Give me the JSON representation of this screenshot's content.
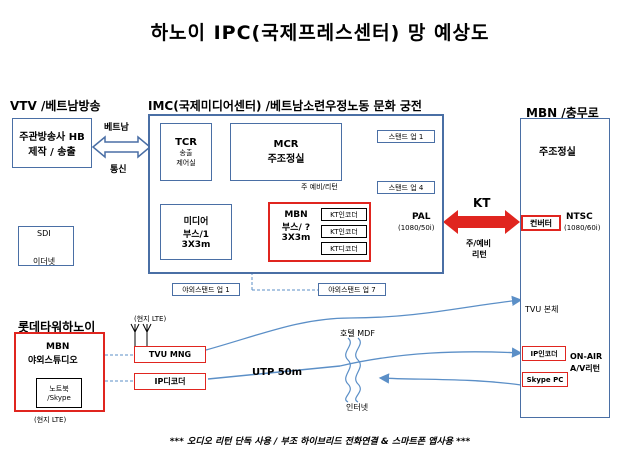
{
  "title": "하노이 IPC(국제프레스센터) 망 예상도",
  "headers": {
    "vtv": "VTV /베트남방송",
    "imc": "IMC(국제미디어센터) /베트남소련우정노동 문화 궁전",
    "mbn": "MBN /충무로",
    "lotte": "롯데타워하노이"
  },
  "vtv": {
    "line1": "주관방송사 HB",
    "line2": "제작 / 송출"
  },
  "vtv_link": {
    "top": "베트남",
    "bottom": "통신"
  },
  "tcr": {
    "name": "TCR",
    "sub1": "송출",
    "sub2": "제어실"
  },
  "mcr": {
    "name": "MCR",
    "sub": "주조정실"
  },
  "stand_1": "스탠드 업 1",
  "stand_4": "스탠드 업 4",
  "mcr_mbn_link": "주 예비/리턴",
  "media_booth": {
    "line1": "미디어",
    "line2": "부스/1",
    "line3": "3X3m"
  },
  "mbn_booth": {
    "line1": "MBN",
    "line2": "부스/ ?",
    "line3": "3X3m"
  },
  "encoders": [
    "KT인코더",
    "KT인코더",
    "KT디코더"
  ],
  "pal": {
    "name": "PAL",
    "spec": "(1080/50i)"
  },
  "kt": {
    "name": "KT",
    "sub1": "주/예비",
    "sub2": "리턴"
  },
  "outdoor_stand_1": "야외스탠드 업 1",
  "outdoor_stand_7": "야외스탠드 업 7",
  "legend": {
    "sdi": "SDI",
    "ethernet": "이더넷"
  },
  "mbn_main": {
    "control": "주조정실",
    "converter": "컨버터",
    "ntsc": "NTSC",
    "ntsc_spec": "(1080/60i)",
    "tvu": "TVU 본체",
    "ip_encoder": "IP인코더",
    "skype": "Skype PC",
    "onair": "ON-AIR",
    "onair2": "A/V리턴"
  },
  "lotte": {
    "studio1": "MBN",
    "studio2": "야외스튜디오",
    "laptop1": "노트북",
    "laptop2": "/Skype",
    "lte_bottom": "(현지 LTE)"
  },
  "lte_top": "(현지 LTE)",
  "tvu_mng": "TVU MNG",
  "ip_decoder": "IP디코더",
  "utp": "UTP 50m",
  "hotel_mdf": "호텔 MDF",
  "internet": "인터넷",
  "footnote": "*** 오디오 리턴 단독 사용 / 부조 하이브리드 전화연결 & 스마트폰 앱사용 ***",
  "colors": {
    "blue_border": "#4a6fa5",
    "red": "#e0251f",
    "line_blue": "#5b8fc7"
  }
}
